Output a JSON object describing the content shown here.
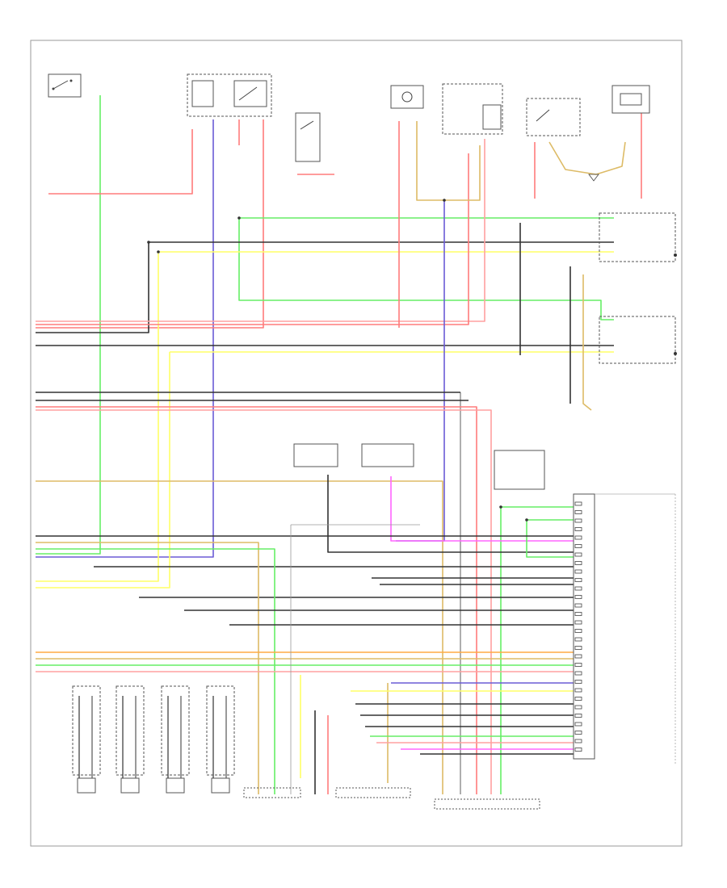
{
  "diagram": {
    "type": "wiring-schematic",
    "wire_colors": {
      "red": "#ff7b7b",
      "pink": "#ffa0a0",
      "green": "#66ee66",
      "blue": "#6b5bd6",
      "yellow": "#ffff66",
      "tan": "#ddbb66",
      "magenta": "#ff66ff",
      "orange": "#ffaa44",
      "black": "#555555",
      "grey": "#999999",
      "dark": "#333333"
    },
    "icons": {
      "ignition_switch": "switch-icon",
      "relay": "relay-icon",
      "injector": "injector-icon",
      "sensor": "sensor-icon",
      "ground": "ground-icon",
      "splice": "splice-dot-icon"
    },
    "pcm_pin_count": 30,
    "pcm_pins_start": 624,
    "pcm_pin_pitch": 10.5
  }
}
